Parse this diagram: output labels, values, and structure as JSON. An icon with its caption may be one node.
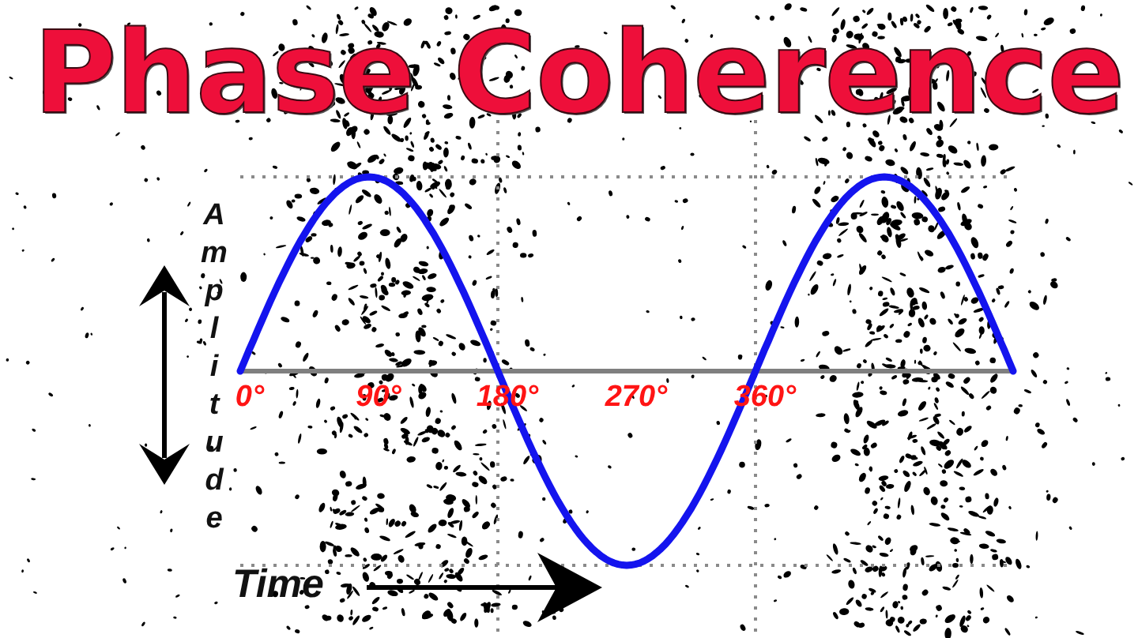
{
  "diagram": {
    "title": "Phase Coherence",
    "labels": [
      "Amplitude",
      "0°",
      "90°",
      "180°",
      "270°",
      "360°",
      "Time"
    ]
  }
}
